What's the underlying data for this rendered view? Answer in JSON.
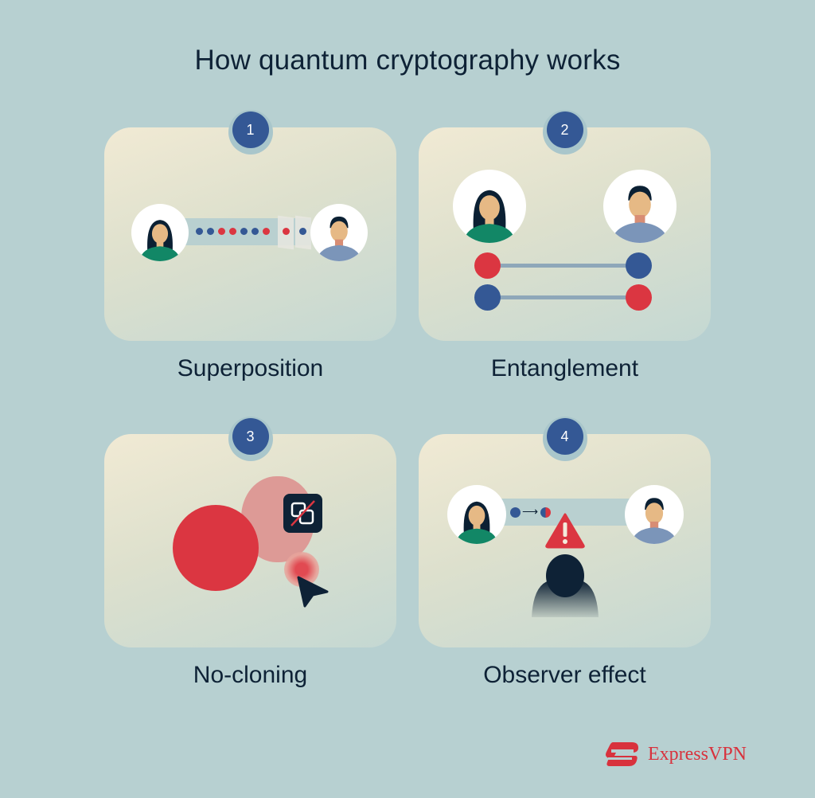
{
  "title": "How quantum cryptography works",
  "colors": {
    "background": "#b7d0d1",
    "badge": "#345895",
    "red": "#db3641",
    "blue": "#345895",
    "dark": "#0e2236",
    "brand": "#d8323d"
  },
  "steps": [
    {
      "number": "1",
      "label": "Superposition",
      "illustration": "sender-receiver-photon-stream-through-filters"
    },
    {
      "number": "2",
      "label": "Entanglement",
      "illustration": "entangled-particle-pairs"
    },
    {
      "number": "3",
      "label": "No-cloning",
      "illustration": "copy-prohibited-cursor"
    },
    {
      "number": "4",
      "label": "Observer effect",
      "illustration": "eavesdropper-warning"
    }
  ],
  "step1": {
    "photon_sequence": [
      "blue",
      "blue",
      "red",
      "red",
      "blue",
      "blue",
      "red",
      "red",
      "blue"
    ]
  },
  "step2": {
    "pairs": [
      [
        "red",
        "blue"
      ],
      [
        "blue",
        "red"
      ]
    ]
  },
  "step4": {
    "warning_icon": "exclamation-triangle-icon"
  },
  "brand": {
    "name": "ExpressVPN"
  }
}
